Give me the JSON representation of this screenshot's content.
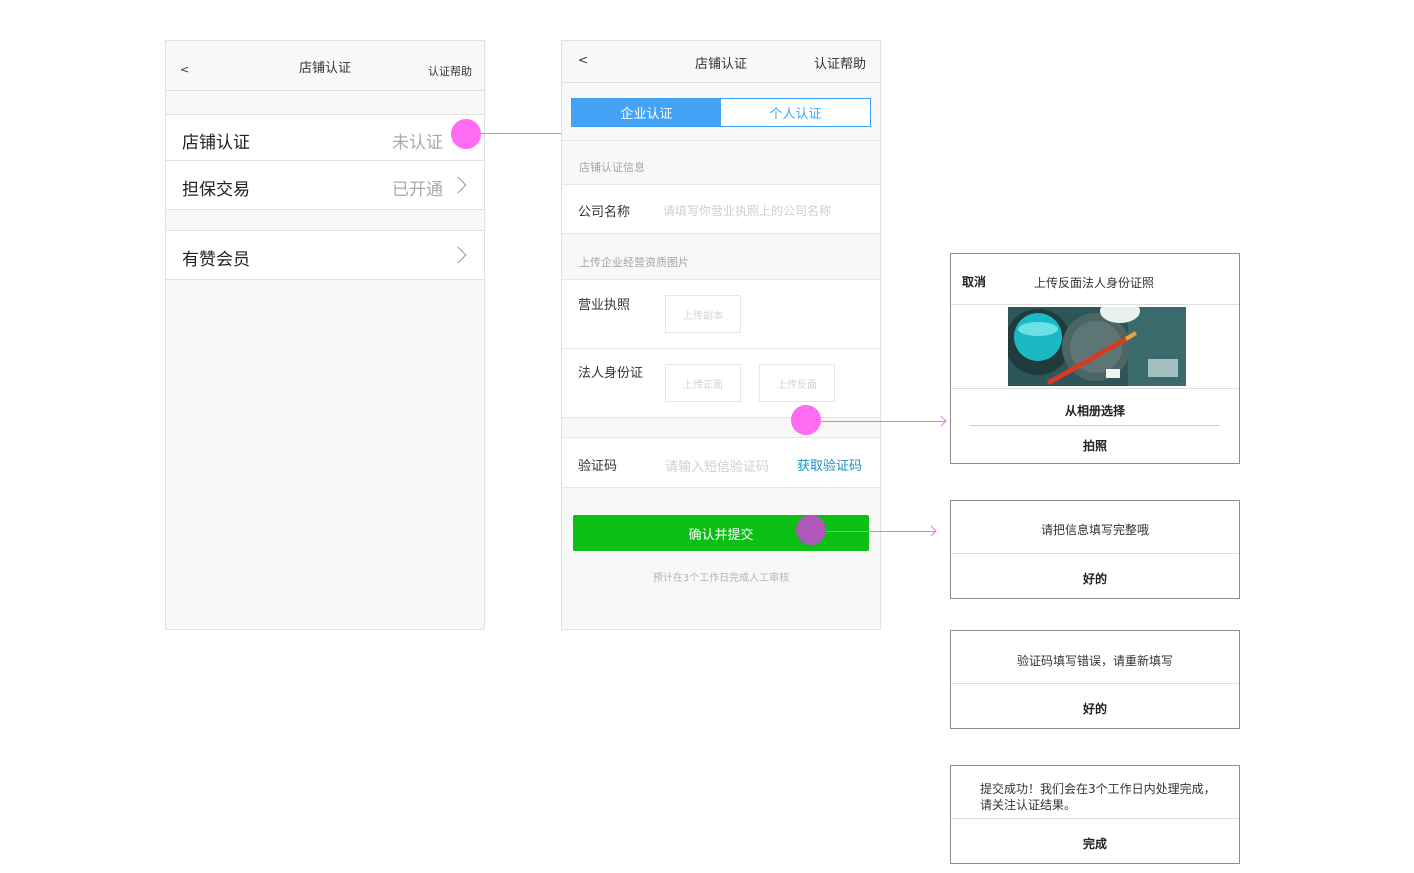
{
  "screen1": {
    "back": "<",
    "title": "店铺认证",
    "help": "认证帮助",
    "rows": [
      {
        "label": "店铺认证",
        "value": "未认证"
      },
      {
        "label": "担保交易",
        "value": "已开通"
      },
      {
        "label": "有赞会员",
        "value": ""
      }
    ]
  },
  "screen2": {
    "back": "<",
    "title": "店铺认证",
    "help": "认证帮助",
    "tabs": [
      "企业认证",
      "个人认证"
    ],
    "section_info": "店铺认证信息",
    "company_label": "公司名称",
    "company_placeholder": "请填写你营业执照上的公司名称",
    "section_upload": "上传企业经营资质图片",
    "license_label": "营业执照",
    "license_upload": "上传副本",
    "id_label": "法人身份证",
    "id_front": "上传正面",
    "id_back": "上传反面",
    "code_label": "验证码",
    "code_placeholder": "请输入短信验证码",
    "code_get": "获取验证码",
    "submit": "确认并提交",
    "note": "预计在3个工作日完成人工审核"
  },
  "upload_sheet": {
    "cancel": "取消",
    "title": "上传反面法人身份证照",
    "option_album": "从相册选择",
    "option_camera": "拍照"
  },
  "dialog_incomplete": {
    "message": "请把信息填写完整哦",
    "button": "好的"
  },
  "dialog_code_error": {
    "message": "验证码填写错误，请重新填写",
    "button": "好的"
  },
  "dialog_success": {
    "message": "提交成功！我们会在3个工作日内处理完成，请关注认证结果。",
    "button": "完成"
  },
  "colors": {
    "accent_blue": "#45a3f6",
    "submit_green": "#0bbf14",
    "annotation_pink": "#ff6bf1"
  }
}
